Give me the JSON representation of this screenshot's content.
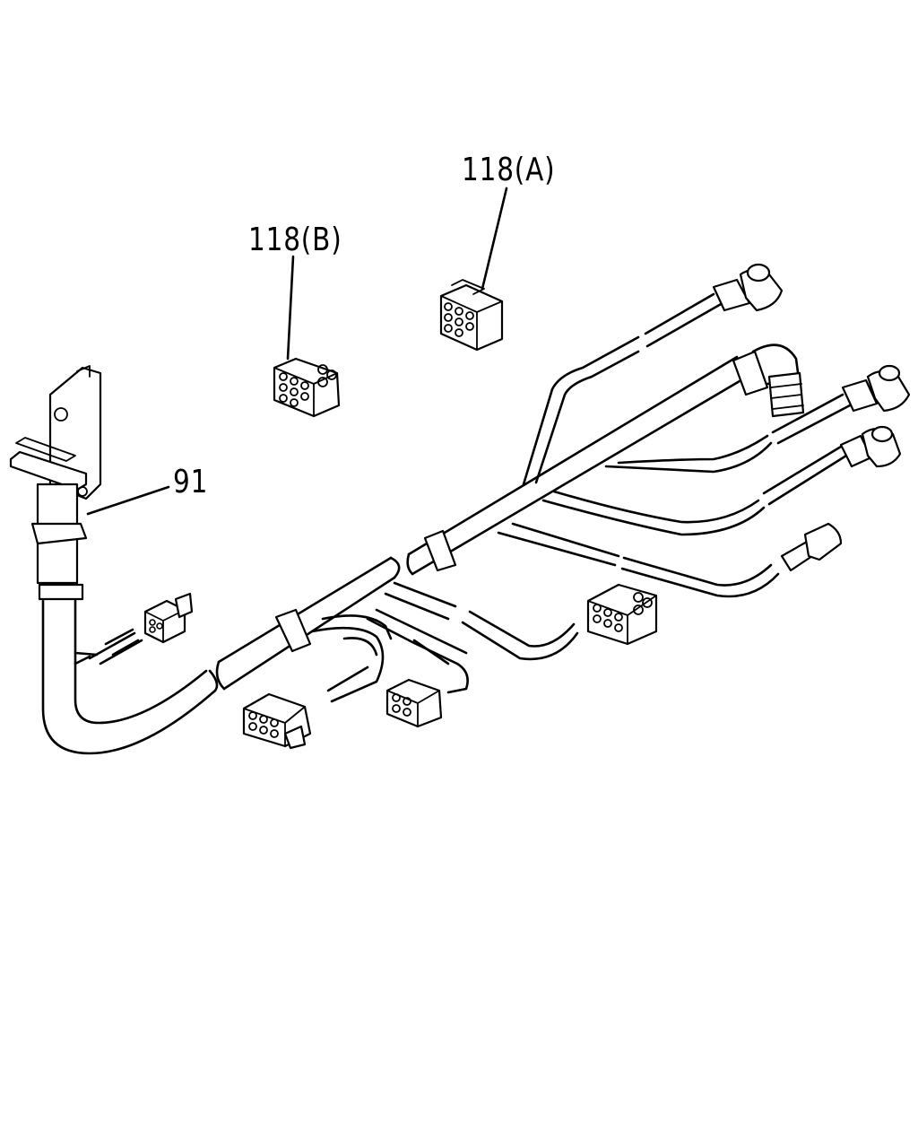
{
  "callouts": {
    "part_118a": "118(A)",
    "part_118b": "118(B)",
    "part_91": "91"
  },
  "colors": {
    "line": "#000000",
    "background": "#ffffff"
  }
}
